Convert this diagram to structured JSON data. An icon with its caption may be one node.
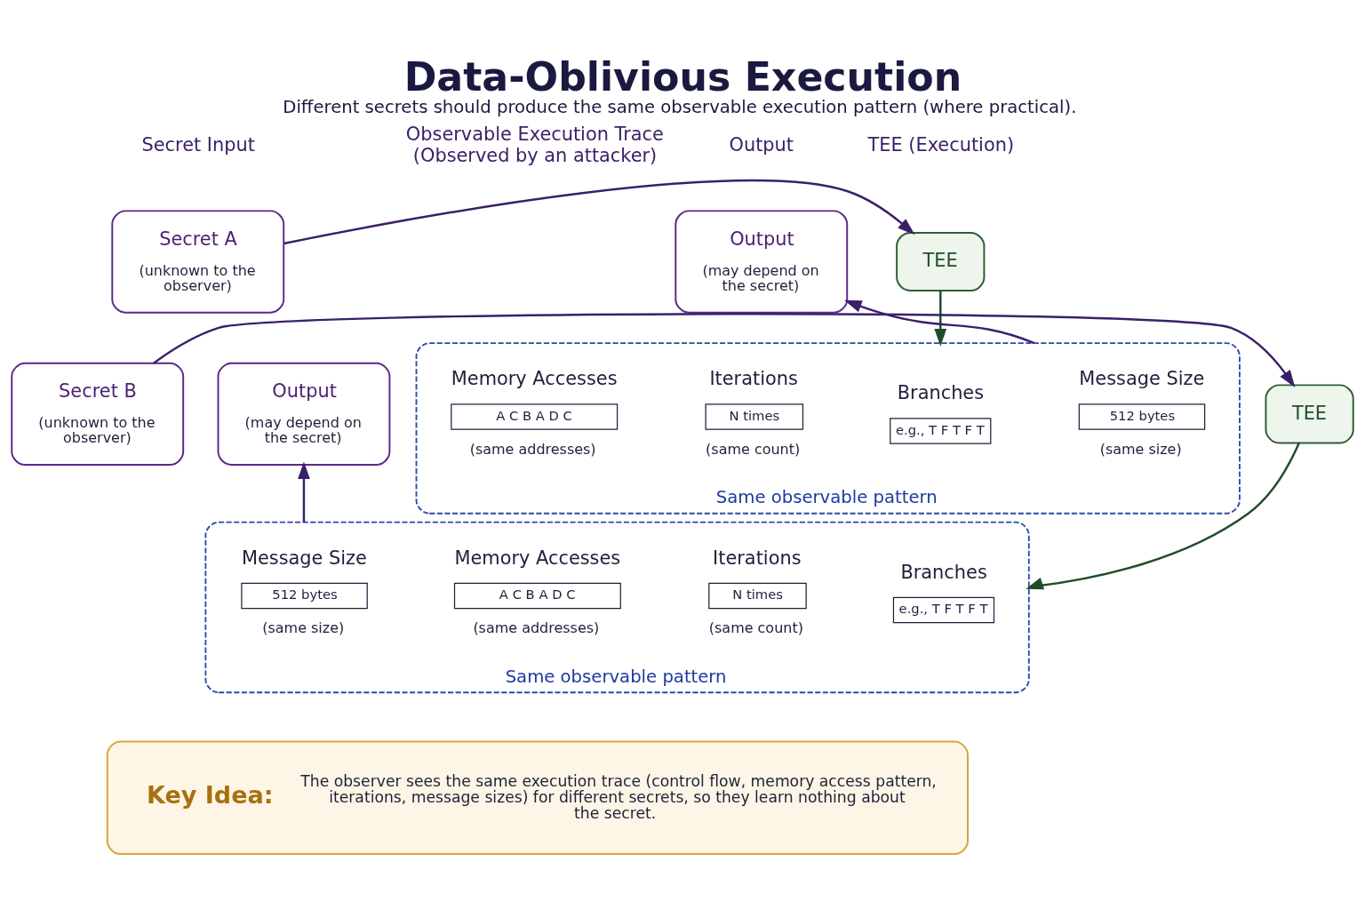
{
  "diagram": {
    "title": "Data-Oblivious Execution",
    "caption": "Different secrets should produce the same observable execution pattern (where practical).",
    "nodes": [
      {
        "text": [
          "Secret A",
          "(unknown to the observer)"
        ]
      },
      {
        "text": [
          "TEE"
        ]
      },
      {
        "text": [
          "Same observable pattern"
        ]
      },
      {
        "text": [
          "Branches",
          "e.g., T F T F T"
        ],
        "in": 2
      },
      {
        "text": [
          "Memory Accesses",
          "A C B A D C",
          "(same addresses)"
        ],
        "in": 2
      },
      {
        "text": [
          "Iterations",
          "N times",
          "(same count)"
        ],
        "in": 2
      },
      {
        "text": [
          "Message Size",
          "512 bytes",
          "(same size)"
        ],
        "in": 2
      },
      {
        "text": [
          "Output",
          "(may depend on the secret)"
        ]
      },
      {
        "text": [
          "Secret B",
          "(unknown to the observer)"
        ]
      },
      {
        "text": [
          "TEE"
        ]
      },
      {
        "text": [
          "Same observable pattern"
        ]
      },
      {
        "text": [
          "Branches",
          "e.g., T F T F T"
        ],
        "in": 10
      },
      {
        "text": [
          "Memory Accesses",
          "A C B A D C",
          "(same addresses)"
        ],
        "in": 10
      },
      {
        "text": [
          "Iterations",
          "N times",
          "(same count)"
        ],
        "in": 10
      },
      {
        "text": [
          "Message Size",
          "512 bytes",
          "(same size)"
        ],
        "in": 10
      },
      {
        "text": [
          "Output",
          "(may depend on the secret)"
        ]
      },
      {
        "text": [
          "Key Idea:",
          "The observer sees the same execution trace (control flow, memory access pattern, iterations, message sizes) for different secrets, so they learn nothing about the secret."
        ]
      }
    ],
    "edges": [
      {
        "from": 0,
        "to": 1,
        "arrow": "to"
      },
      {
        "from": 1,
        "to": 2,
        "arrow": "to",
        "color": "#1f4d2a"
      },
      {
        "from": 2,
        "to": 7,
        "arrow": "to"
      },
      {
        "from": 8,
        "to": 9,
        "arrow": "to"
      },
      {
        "from": 9,
        "to": 10,
        "arrow": "to",
        "color": "#1f4d2a"
      },
      {
        "from": 10,
        "to": 15,
        "arrow": "to"
      }
    ],
    "labels": [
      "Secret Input",
      "TEE (Execution)",
      "Observable Execution Trace (Observed by an attacker)",
      "Output"
    ]
  }
}
